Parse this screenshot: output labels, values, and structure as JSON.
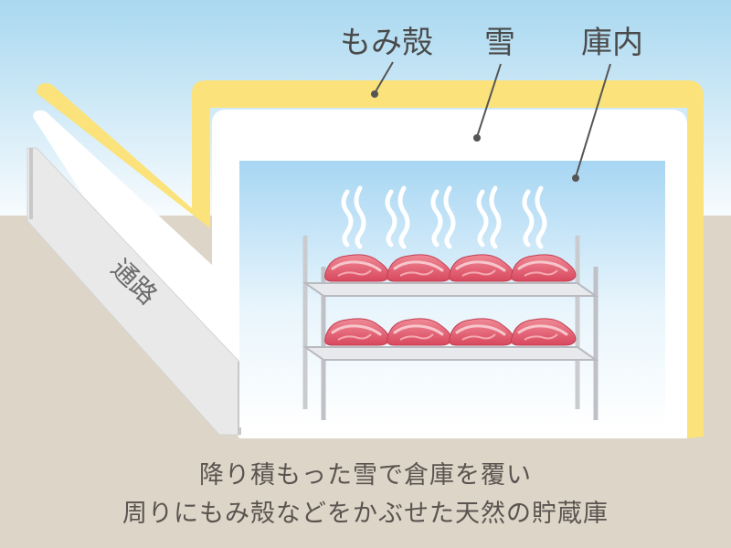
{
  "labels": {
    "husk": "もみ殻",
    "snow": "雪",
    "interior": "庫内",
    "passage": "通路"
  },
  "caption": {
    "line1": "降り積もった雪で倉庫を覆い",
    "line2": "周りにもみ殻などをかぶせた天然の貯蔵庫"
  },
  "colors": {
    "sky_top": "#a9d8f0",
    "ground": "#ddd5c7",
    "husk_layer": "#fbe27a",
    "snow_layer": "#ffffff",
    "passage": "#e9e9e9",
    "interior_top": "#a7d6f3",
    "meat": "#e0566a",
    "shelf": "#c9cbcf"
  }
}
